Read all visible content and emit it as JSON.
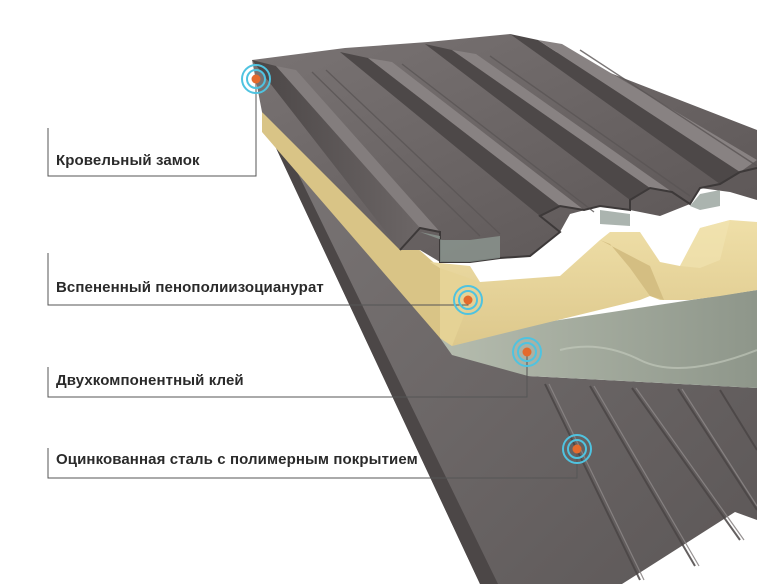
{
  "diagram": {
    "callouts": [
      {
        "id": "roof-lock",
        "label": "Кровельный замок"
      },
      {
        "id": "pir-foam",
        "label": "Вспененный пенополиизоцианурат"
      },
      {
        "id": "adhesive",
        "label": "Двухкомпонентный клей"
      },
      {
        "id": "coated-steel",
        "label": "Оцинкованная сталь с полимерным покрытием"
      }
    ],
    "colors": {
      "top_sheet": "#6a6464",
      "top_sheet_dark": "#4e4848",
      "top_sheet_light": "#857f7f",
      "foam": "#e9d79d",
      "foam_shadow": "#d6c184",
      "adhesive": "#9fa699",
      "bottom_sheet": "#6d6868",
      "marker_outer": "#4fc3e0",
      "marker_dot": "#e46a2c",
      "leader_line": "#555555"
    },
    "icons": [
      "target-marker-icon"
    ]
  }
}
